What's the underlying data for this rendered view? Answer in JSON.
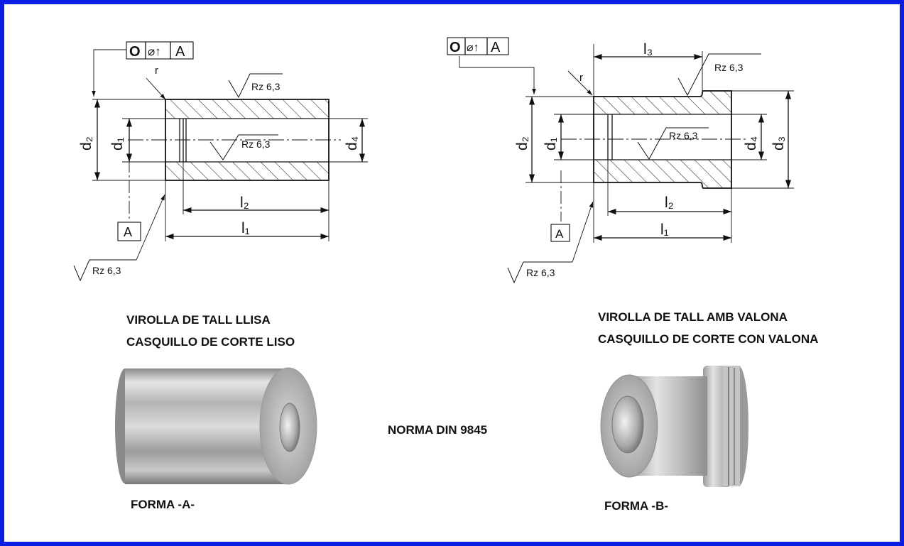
{
  "form_a": {
    "drawing": {
      "gdt_symbol_circle": "O",
      "gdt_symbol_runout": "⌀↑",
      "gdt_datum_ref": "A",
      "datum_label": "A",
      "roughness_outer": "Rz 6,3",
      "roughness_inner": "Rz 6,3",
      "roughness_face": "Rz 6,3",
      "radius_label": "r",
      "dim_d1": "d₁",
      "dim_d2": "d₂",
      "dim_d4": "d₄",
      "dim_l1": "l₁",
      "dim_l2": "l₂"
    },
    "caption_line1": "VIROLLA DE TALL LLISA",
    "caption_line2": "CASQUILLO DE CORTE LISO",
    "form_label": "FORMA -A-"
  },
  "form_b": {
    "drawing": {
      "gdt_symbol_circle": "O",
      "gdt_symbol_runout": "⌀↑",
      "gdt_datum_ref": "A",
      "datum_label": "A",
      "roughness_shoulder": "Rz 6,3",
      "roughness_inner": "Rz 6,3",
      "roughness_face": "Rz 6,3",
      "radius_label": "r",
      "dim_d1": "d₁",
      "dim_d2": "d₂",
      "dim_d3": "d₃",
      "dim_d4": "d₄",
      "dim_l1": "l₁",
      "dim_l2": "l₂",
      "dim_l3": "l₃"
    },
    "caption_line1": "VIROLLA DE TALL AMB VALONA",
    "caption_line2": "CASQUILLO DE CORTE CON VALONA",
    "form_label": "FORMA -B-"
  },
  "standard_label": "NORMA DIN 9845",
  "colors": {
    "frame": "#0a1ee6",
    "ink": "#111111"
  }
}
